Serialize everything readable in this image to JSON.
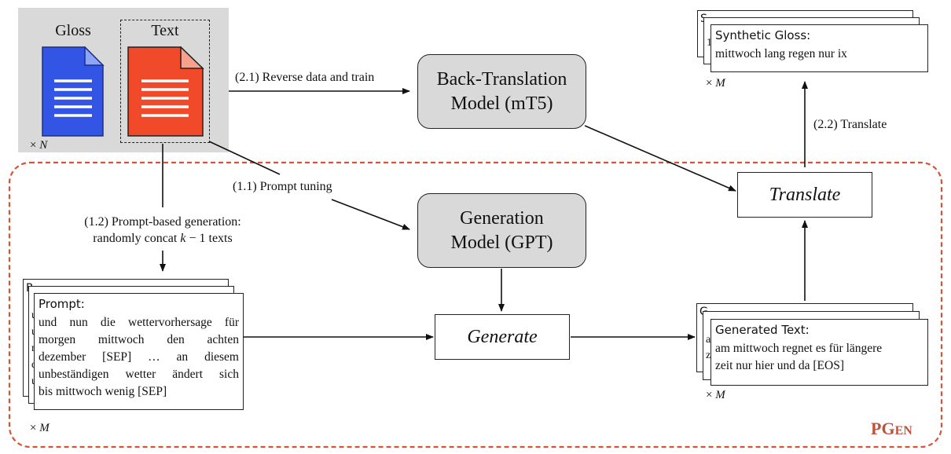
{
  "input": {
    "gloss_label": "Gloss",
    "text_label": "Text",
    "multiplier_symbol": "×",
    "multiplier_var": "N"
  },
  "models": {
    "back_translation": "Back-Translation\nModel (mT5)",
    "generation": "Generation\nModel (GPT)"
  },
  "actions": {
    "translate": "Translate",
    "generate": "Generate"
  },
  "edges": {
    "reverse_data": "(2.1) Reverse data and train",
    "prompt_tuning": "(1.1) Prompt tuning",
    "prompt_generation_line1": "(1.2) Prompt-based generation:",
    "prompt_generation_line2_pre": "randomly concat ",
    "prompt_generation_k": "k",
    "prompt_generation_line2_post": " − 1 texts",
    "translate_step": "(2.2) Translate"
  },
  "cards": {
    "prompt": {
      "title": "Prompt:",
      "line1": "und nun die wettervorhersage für",
      "line2": "morgen mittwoch den achten",
      "line3": "dezember [SEP] … an diesem",
      "line4": "unbeständigen wetter ändert sich",
      "line5": "bis mittwoch wenig [SEP]",
      "back_glyphs": [
        "P",
        "u",
        "u",
        "n",
        "d",
        "u",
        "b"
      ],
      "multiplier_var": "M"
    },
    "generated": {
      "title": "Generated Text:",
      "line1": "am mittwoch regnet es für längere",
      "line2": "zeit nur hier und da [EOS]",
      "back_glyphs": [
        "G",
        "a",
        "z"
      ],
      "multiplier_var": "M"
    },
    "synthetic": {
      "title": "Synthetic Gloss:",
      "line1": "mittwoch lang regen nur ix",
      "back_glyphs": [
        "S",
        "1"
      ],
      "multiplier_var": "M"
    }
  },
  "brand": {
    "big": "PG",
    "small": "EN"
  },
  "colors": {
    "gloss_doc": "#3355e6",
    "text_doc": "#f04a2a",
    "panel_gray": "#d9d9d9",
    "dashed_border": "#d2553b",
    "brand": "#c0513a"
  }
}
